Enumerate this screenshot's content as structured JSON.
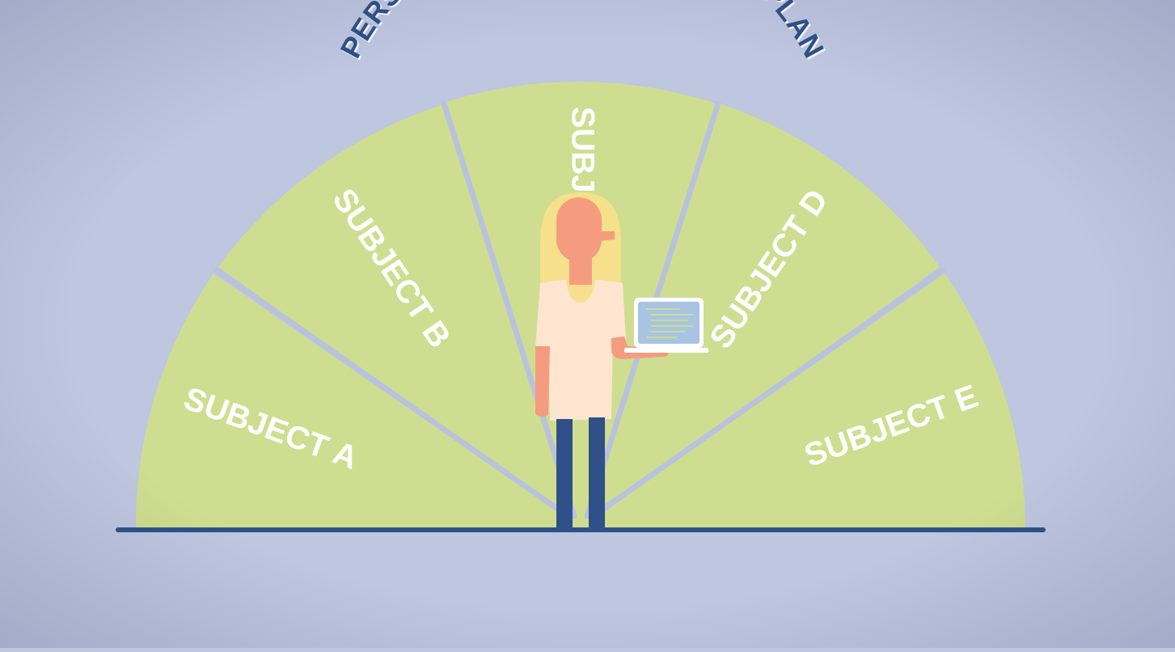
{
  "title": "PERSONALISED DEVELOPMENT PLAN",
  "segments": [
    {
      "label": "SUBJECT A"
    },
    {
      "label": "SUBJECT B"
    },
    {
      "label": "SUBJ"
    },
    {
      "label": "SUBJECT D"
    },
    {
      "label": "SUBJECT E"
    }
  ],
  "colors": {
    "background": "#bec6e0",
    "segment_fill": "#cfdd90",
    "divider": "#b9c2dc",
    "ground_line": "#2f5187",
    "title": "#2f5187",
    "skin": "#f59c80",
    "hair": "#f6e08c",
    "shirt": "#fde5cf",
    "trousers": "#2f5187",
    "laptop_screen": "#a9c3e3"
  },
  "icons": [
    "person-figure",
    "laptop-icon"
  ]
}
